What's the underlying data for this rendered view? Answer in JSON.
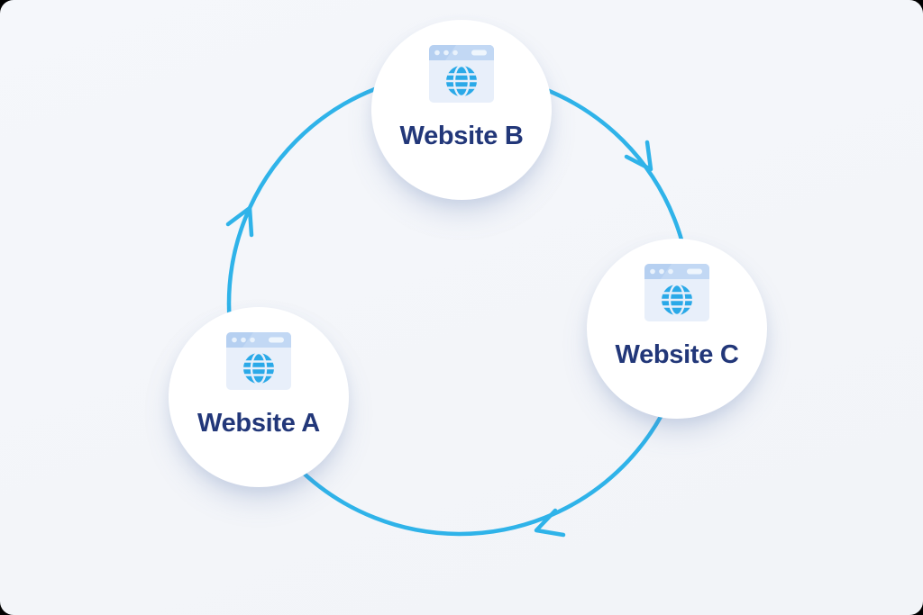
{
  "diagram": {
    "type": "cycle",
    "direction": "clockwise",
    "nodes": [
      {
        "id": "website-a",
        "label": "Website A",
        "icon": "browser-globe-icon"
      },
      {
        "id": "website-b",
        "label": "Website B",
        "icon": "browser-globe-icon"
      },
      {
        "id": "website-c",
        "label": "Website C",
        "icon": "browser-globe-icon"
      }
    ],
    "edges": [
      {
        "from": "Website A",
        "to": "Website B"
      },
      {
        "from": "Website B",
        "to": "Website C"
      },
      {
        "from": "Website C",
        "to": "Website A"
      }
    ]
  },
  "colors": {
    "background": "#f3f5f9",
    "frame_corners": "#000000",
    "arc": "#2fb3e9",
    "node_background": "#ffffff",
    "label_text": "#223779",
    "icon_header": "#b6d0f1",
    "icon_body": "#e8effa",
    "icon_globe": "#2aa9e8"
  }
}
